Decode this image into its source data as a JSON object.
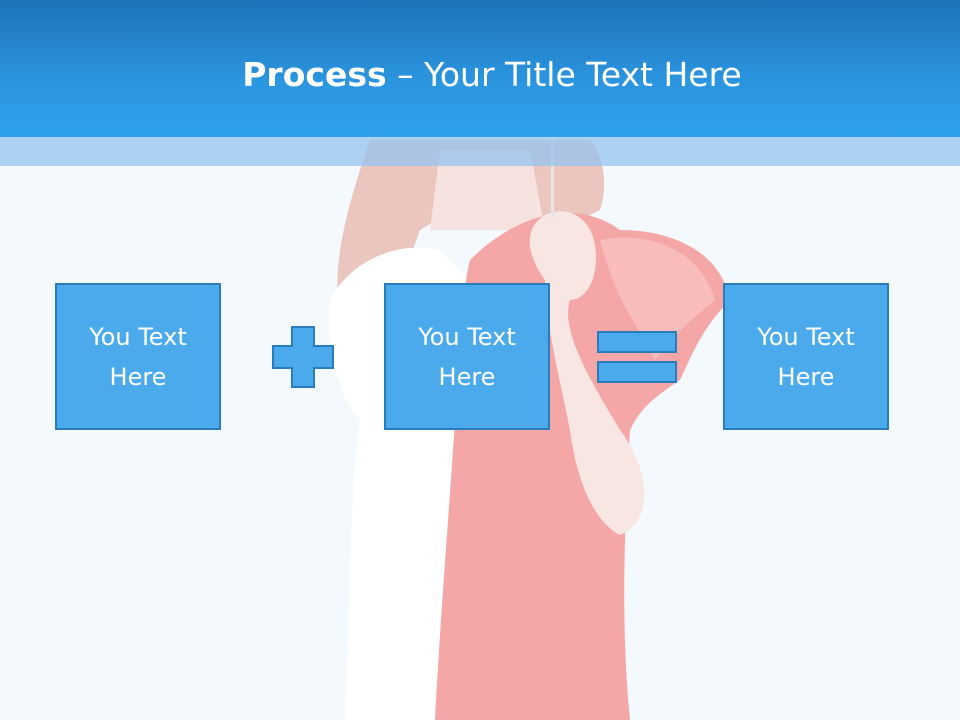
{
  "slide": {
    "title_bold": "Process",
    "title_rest": " – Your Title Text Here",
    "colors": {
      "header": "#2b95e0",
      "header_band": "#96c3f0",
      "background": "#f3f9fc",
      "box_fill": "#4aaaeb",
      "box_border": "#2a7cbc"
    }
  },
  "process": {
    "box_1": {
      "line_1": "You Text",
      "line_2": "Here"
    },
    "box_2": {
      "line_1": "You Text",
      "line_2": "Here"
    },
    "box_3": {
      "line_1": "You Text",
      "line_2": "Here"
    },
    "operator_1": "plus-icon",
    "operator_2": "equals-icon"
  },
  "background_image": "woman-with-red-scarf"
}
